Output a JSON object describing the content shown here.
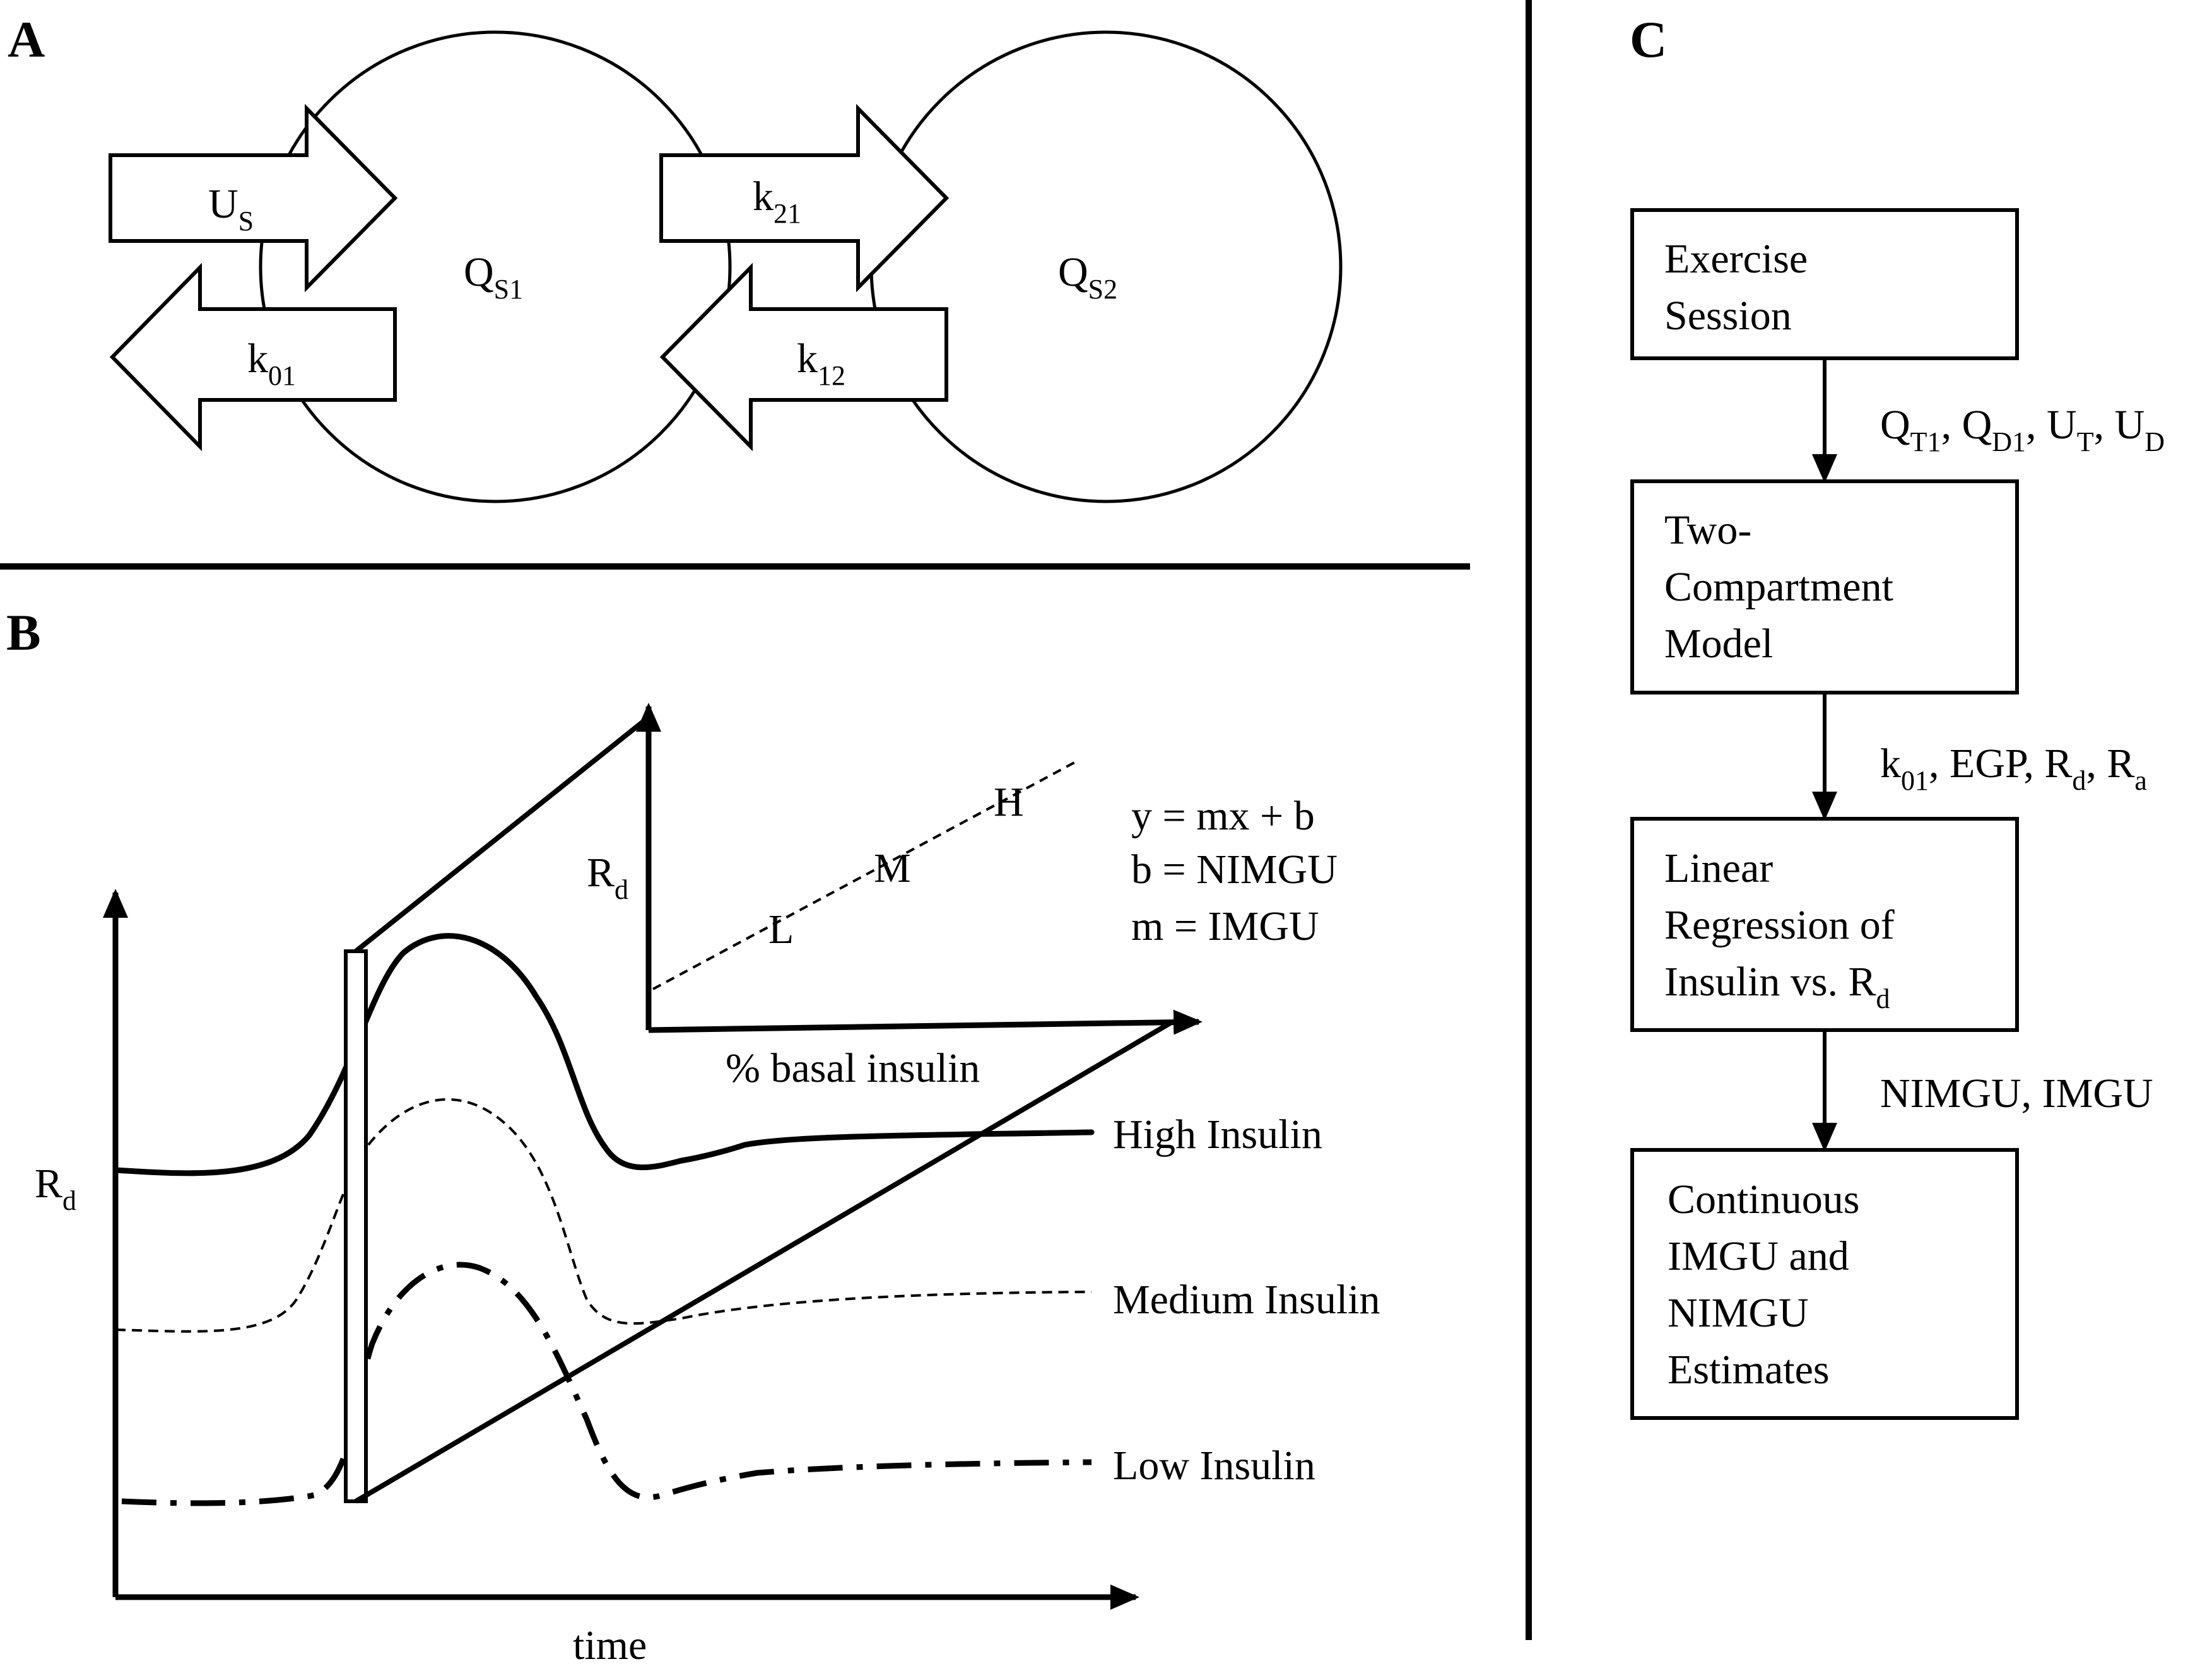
{
  "panels": {
    "a": {
      "letter": "A",
      "compartment_1": {
        "main": "Q",
        "sub": "S1"
      },
      "compartment_2": {
        "main": "Q",
        "sub": "S2"
      },
      "arrow_in": {
        "main": "U",
        "sub": "S"
      },
      "arrow_out": {
        "main": "k",
        "sub": "01"
      },
      "arrow_21": {
        "main": "k",
        "sub": "21"
      },
      "arrow_12": {
        "main": "k",
        "sub": "12"
      }
    },
    "b": {
      "letter": "B",
      "y_label": {
        "main": "R",
        "sub": "d"
      },
      "x_label": "time",
      "curves": [
        "High Insulin",
        "Medium Insulin",
        "Low Insulin"
      ],
      "inset": {
        "y_label": {
          "main": "R",
          "sub": "d"
        },
        "x_label": "% basal insulin",
        "points": [
          "L",
          "M",
          "H"
        ],
        "equations": [
          "y = mx + b",
          "b = NIMGU",
          "m = IMGU"
        ]
      }
    },
    "c": {
      "letter": "C",
      "boxes": [
        [
          "Exercise",
          "Session"
        ],
        [
          "Two-",
          "Compartment",
          "Model"
        ],
        [
          "Linear",
          "Regression of"
        ],
        [
          "Continuous",
          "IMGU and",
          "NIMGU",
          "Estimates"
        ]
      ],
      "box3_last_line": {
        "main": "Insulin vs. R",
        "sub": "d"
      },
      "edge_1": [
        {
          "main": "Q",
          "sub": "T1"
        },
        {
          "main": ", Q",
          "sub": "D1"
        },
        {
          "main": ", U",
          "sub": "T"
        },
        {
          "main": ", U",
          "sub": "D"
        }
      ],
      "edge_2": [
        {
          "main": "k",
          "sub": "01"
        },
        {
          "main": ", EGP, R",
          "sub": "d"
        },
        {
          "main": ", R",
          "sub": "a"
        }
      ],
      "edge_3": "NIMGU, IMGU"
    }
  }
}
